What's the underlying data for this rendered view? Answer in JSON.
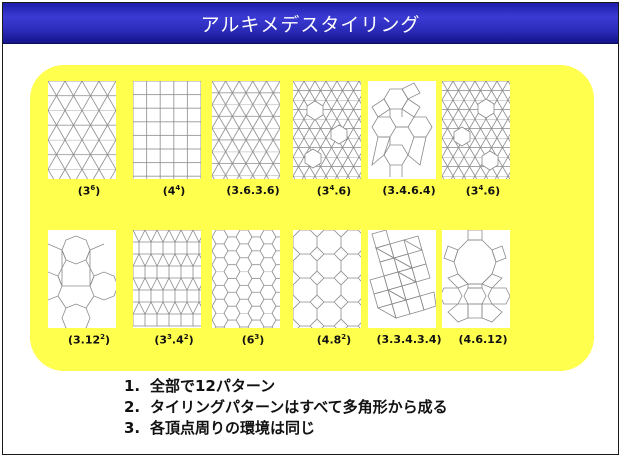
{
  "slide": {
    "title": "アルキメデスタイリング"
  },
  "colors": {
    "title_bar": "#2a2ab8",
    "title_text": "#ffffff",
    "panel": "#ffff4e",
    "tile_background": "#ffffff",
    "tile_lines": "#8a8a8a"
  },
  "tilings": [
    {
      "id": "t1",
      "label_base": "(3",
      "label_sup": "6",
      "label_tail": ")",
      "pattern": "triangular"
    },
    {
      "id": "t2",
      "label_base": "(4",
      "label_sup": "4",
      "label_tail": ")",
      "pattern": "square"
    },
    {
      "id": "t3",
      "label_base": "(3.6.3.6)",
      "label_sup": "",
      "label_tail": "",
      "pattern": "trihexagonal"
    },
    {
      "id": "t4",
      "label_base": "(3",
      "label_sup": "4",
      "label_tail": ".6)",
      "pattern": "snub-hexagonal"
    },
    {
      "id": "t5",
      "label_base": "(3.4.6.4)",
      "label_sup": "",
      "label_tail": "",
      "pattern": "rhombitrihexagonal"
    },
    {
      "id": "t6",
      "label_base": "(3",
      "label_sup": "4",
      "label_tail": ".6)",
      "pattern": "snub-hexagonal-mirror"
    },
    {
      "id": "t7",
      "label_base": "(3.12",
      "label_sup": "2",
      "label_tail": ")",
      "pattern": "truncated-hexagonal"
    },
    {
      "id": "t8",
      "label_base": "(3",
      "label_sup": "3",
      "label_tail": ".4",
      "label_sup2": "2",
      "label_tail2": ")",
      "pattern": "elongated-triangular"
    },
    {
      "id": "t9",
      "label_base": "(6",
      "label_sup": "3",
      "label_tail": ")",
      "pattern": "hexagonal"
    },
    {
      "id": "t10",
      "label_base": "(4.8",
      "label_sup": "2",
      "label_tail": ")",
      "pattern": "truncated-square"
    },
    {
      "id": "t11",
      "label_base": "(3.3.4.3.4)",
      "label_sup": "",
      "label_tail": "",
      "pattern": "snub-square"
    },
    {
      "id": "t12",
      "label_base": "(4.6.12)",
      "label_sup": "",
      "label_tail": "",
      "pattern": "truncated-trihexagonal"
    }
  ],
  "notes": [
    {
      "num": "1.",
      "text": "全部で12パターン"
    },
    {
      "num": "2.",
      "text": "タイリングパターンはすべて多角形から成る"
    },
    {
      "num": "3.",
      "text": "各頂点周りの環境は同じ"
    }
  ]
}
